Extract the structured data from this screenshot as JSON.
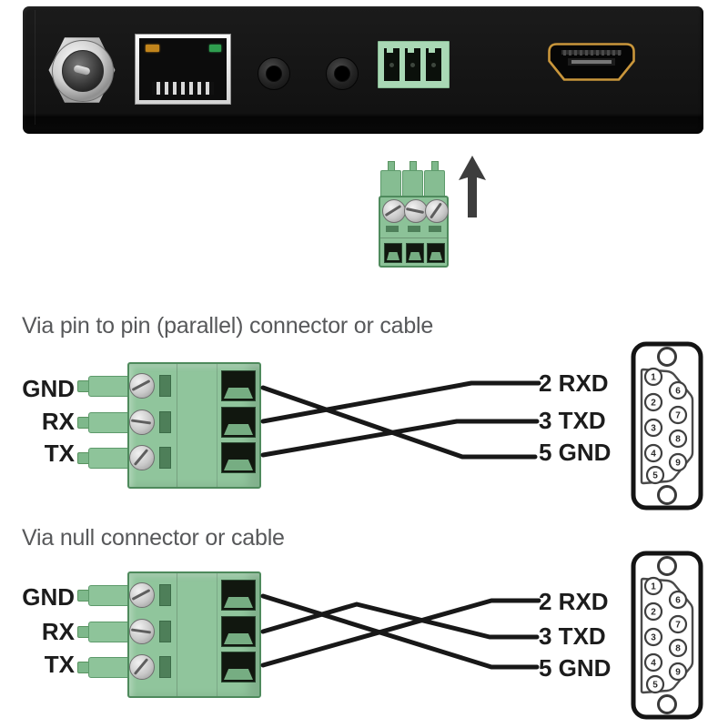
{
  "device_panel": {
    "description": "black rear panel of HDMI extender",
    "ports": [
      {
        "icon": "dc-power-jack-icon"
      },
      {
        "icon": "rj45-ethernet-port-icon",
        "leds": [
          "orange",
          "green"
        ]
      },
      {
        "icon": "audio-jack-icon"
      },
      {
        "icon": "audio-jack-icon"
      },
      {
        "icon": "terminal-block-socket-icon"
      },
      {
        "icon": "hdmi-port-icon"
      }
    ]
  },
  "insert_illustration": {
    "plug_icon": "3-pin-terminal-plug-icon",
    "arrow_icon": "up-arrow-icon"
  },
  "diagram_parallel": {
    "title": "Via pin to pin (parallel) connector or cable",
    "left_labels": [
      "GND",
      "RX",
      "TX"
    ],
    "right_labels": [
      "2 RXD",
      "3 TXD",
      "5 GND"
    ],
    "connections": [
      {
        "from": "GND",
        "to": "5 GND"
      },
      {
        "from": "RX",
        "to": "2 RXD"
      },
      {
        "from": "TX",
        "to": "3 TXD"
      }
    ]
  },
  "diagram_null": {
    "title": "Via null connector or cable",
    "left_labels": [
      "GND",
      "RX",
      "TX"
    ],
    "right_labels": [
      "2 RXD",
      "3 TXD",
      "5 GND"
    ],
    "connections": [
      {
        "from": "GND",
        "to": "5 GND"
      },
      {
        "from": "RX",
        "to": "3 TXD"
      },
      {
        "from": "TX",
        "to": "2 RXD"
      }
    ]
  },
  "db9": {
    "pins": [
      "1",
      "2",
      "3",
      "4",
      "5",
      "6",
      "7",
      "8",
      "9"
    ]
  },
  "colors": {
    "terminal_green": "#8cc298",
    "socket_mint": "#a9d8b5",
    "hdmi_gold": "#c9963b",
    "wire_black": "#181818",
    "title_gray": "#57585a",
    "led_orange": "#c2851c",
    "led_green": "#2f9e4f"
  }
}
